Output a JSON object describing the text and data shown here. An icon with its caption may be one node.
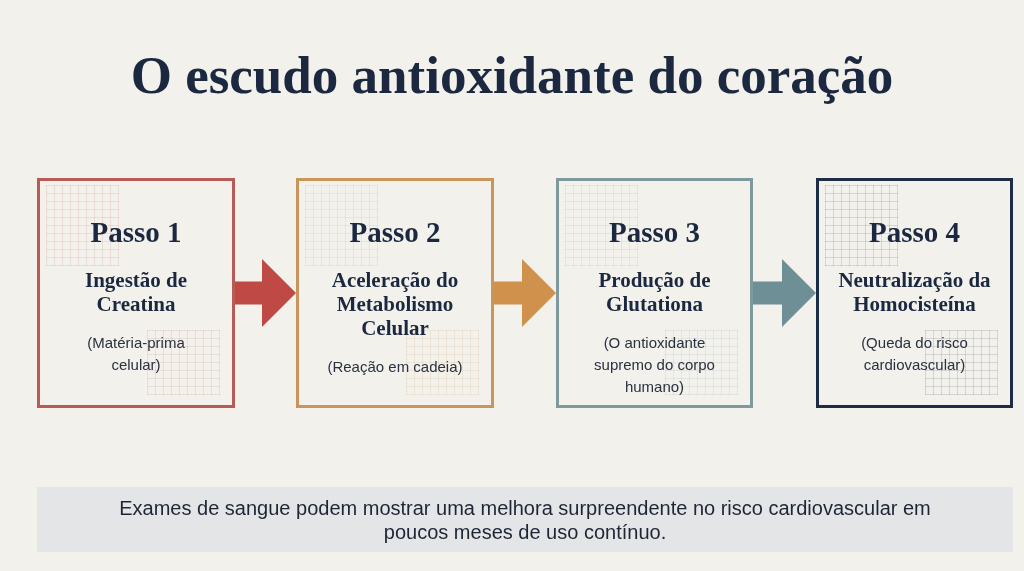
{
  "diagram": {
    "title": "O escudo antioxidante do coração",
    "nodes": [
      {
        "text": [
          "Passo 1",
          "Ingestão de Creatina",
          "(Matéria-prima celular)"
        ]
      },
      {
        "text": [
          "Passo 2",
          "Aceleração do Metabolismo Celular",
          "(Reação em cadeia)"
        ]
      },
      {
        "text": [
          "Passo 3",
          "Produção de Glutationa",
          "(O antioxidante supremo do corpo humano)"
        ]
      },
      {
        "text": [
          "Passo 4",
          "Neutralização da Homocisteína",
          "(Queda do risco cardiovascular)"
        ]
      },
      {
        "text": [
          "Exames de sangue podem mostrar uma melhora surpreendente no risco cardiovascular em poucos meses de uso contínuo."
        ]
      }
    ],
    "edges": [
      {
        "from": 0,
        "to": 1,
        "arrow": "to",
        "color": "#bf4a45"
      },
      {
        "from": 1,
        "to": 2,
        "arrow": "to",
        "color": "#d0914c"
      },
      {
        "from": 2,
        "to": 3,
        "arrow": "to",
        "color": "#6f8f96"
      }
    ]
  }
}
